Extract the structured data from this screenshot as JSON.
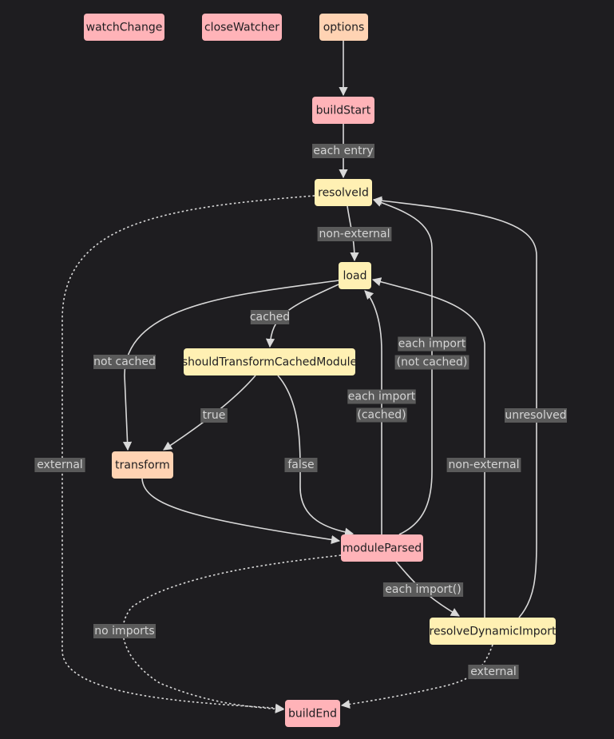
{
  "colors": {
    "background": "#1e1d20",
    "pink": "#ffb3b8",
    "peach": "#ffd3b3",
    "yellow": "#fff0b3",
    "edge": "#d9d9d9",
    "label_bg": "#5a5a5a",
    "label_text": "#d4d4d4"
  },
  "nodes": {
    "watchChange": {
      "label": "watchChange",
      "color": "pink"
    },
    "closeWatcher": {
      "label": "closeWatcher",
      "color": "pink"
    },
    "options": {
      "label": "options",
      "color": "peach"
    },
    "buildStart": {
      "label": "buildStart",
      "color": "pink"
    },
    "resolveId": {
      "label": "resolveId",
      "color": "yellow"
    },
    "load": {
      "label": "load",
      "color": "yellow"
    },
    "shouldTransformCachedModule": {
      "label": "shouldTransformCachedModule",
      "color": "yellow"
    },
    "transform": {
      "label": "transform",
      "color": "peach"
    },
    "moduleParsed": {
      "label": "moduleParsed",
      "color": "pink"
    },
    "resolveDynamicImport": {
      "label": "resolveDynamicImport",
      "color": "yellow"
    },
    "buildEnd": {
      "label": "buildEnd",
      "color": "pink"
    }
  },
  "edges": {
    "options_buildStart": {
      "from": "options",
      "to": "buildStart",
      "style": "solid"
    },
    "buildStart_resolveId": {
      "from": "buildStart",
      "to": "resolveId",
      "label": "each entry",
      "style": "solid"
    },
    "resolveId_load": {
      "from": "resolveId",
      "to": "load",
      "label": "non-external",
      "style": "solid"
    },
    "resolveId_buildEnd": {
      "from": "resolveId",
      "to": "buildEnd",
      "label": "external",
      "style": "dotted"
    },
    "load_shouldTransform": {
      "from": "load",
      "to": "shouldTransformCachedModule",
      "label": "cached",
      "style": "solid"
    },
    "load_transform": {
      "from": "load",
      "to": "transform",
      "label": "not cached",
      "style": "solid"
    },
    "shouldTransform_transform": {
      "from": "shouldTransformCachedModule",
      "to": "transform",
      "label": "true",
      "style": "solid"
    },
    "shouldTransform_moduleParsed": {
      "from": "shouldTransformCachedModule",
      "to": "moduleParsed",
      "label": "false",
      "style": "solid"
    },
    "transform_moduleParsed": {
      "from": "transform",
      "to": "moduleParsed",
      "style": "solid"
    },
    "moduleParsed_load": {
      "from": "moduleParsed",
      "to": "load",
      "label": [
        "each import",
        "(cached)"
      ],
      "style": "solid"
    },
    "moduleParsed_resolveId": {
      "from": "moduleParsed",
      "to": "resolveId",
      "label": [
        "each import",
        "(not cached)"
      ],
      "style": "solid"
    },
    "moduleParsed_resolveDynamicImport": {
      "from": "moduleParsed",
      "to": "resolveDynamicImport",
      "label": "each import()",
      "style": "solid"
    },
    "moduleParsed_buildEnd": {
      "from": "moduleParsed",
      "to": "buildEnd",
      "label": "no imports",
      "style": "dotted"
    },
    "resolveDynamicImport_load": {
      "from": "resolveDynamicImport",
      "to": "load",
      "label": "non-external",
      "style": "solid"
    },
    "resolveDynamicImport_resolveId": {
      "from": "resolveDynamicImport",
      "to": "resolveId",
      "label": "unresolved",
      "style": "solid"
    },
    "resolveDynamicImport_buildEnd": {
      "from": "resolveDynamicImport",
      "to": "buildEnd",
      "label": "external",
      "style": "dotted"
    }
  }
}
